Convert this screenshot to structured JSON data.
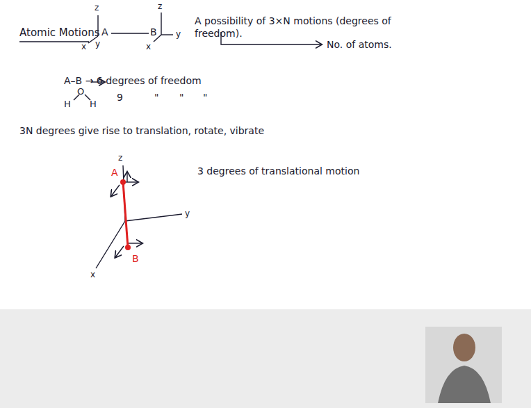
{
  "diagram": {
    "title": "Atomic Motions",
    "labels": [
      "z",
      "x",
      "y",
      "A",
      "B",
      "z",
      "x",
      "y",
      "A possibility of 3×N motions (degrees of freedom).",
      "No. of atoms.",
      "A–B → 6 degrees of freedom",
      "H",
      "O",
      "H",
      "9",
      "\"",
      "\"",
      "\"",
      "3N degrees give rise to translation, rotate, vibrate",
      "3 degrees of translational motion",
      "z",
      "y",
      "x",
      "A",
      "B"
    ]
  }
}
